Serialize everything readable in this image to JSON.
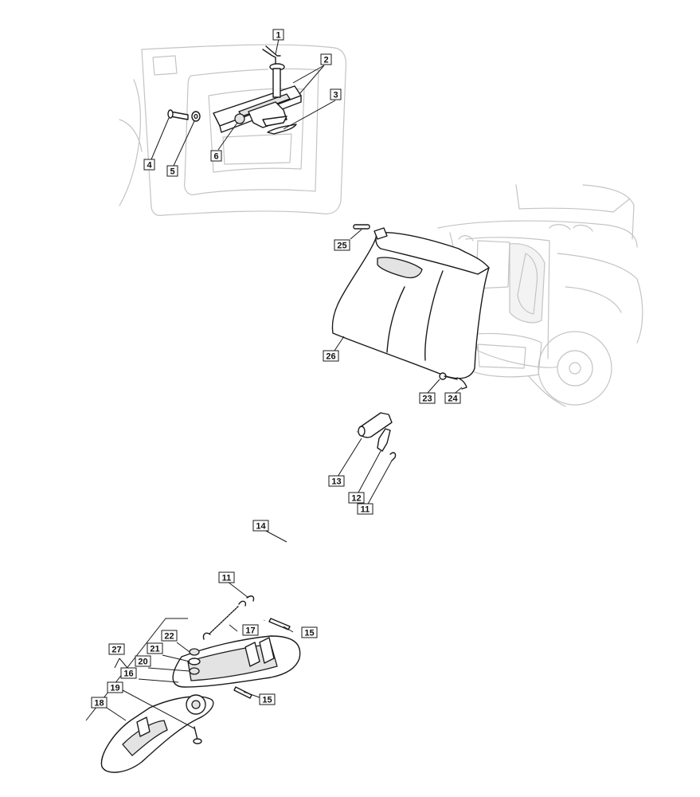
{
  "diagram": {
    "callouts": [
      "1",
      "2",
      "3",
      "4",
      "5",
      "6",
      "25",
      "26",
      "23",
      "24",
      "13",
      "12",
      "11",
      "14",
      "11",
      "15",
      "17",
      "22",
      "21",
      "20",
      "16",
      "15",
      "27",
      "19",
      "18"
    ]
  }
}
